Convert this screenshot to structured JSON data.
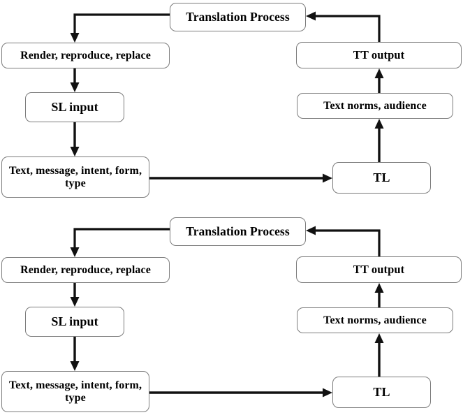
{
  "figure": {
    "type": "flow-diagram",
    "background_color": "#ffffff",
    "box_border_color": "#7c7c7c",
    "arrow_color": "#111111",
    "text_color": "#000000",
    "repeat_count": 2
  },
  "diagram": {
    "nodes": {
      "translation_process": "Translation Process",
      "render_reproduce_replace": "Render, reproduce, replace",
      "sl_input": "SL input",
      "text_message_intent": "Text, message, intent, form, type",
      "tt_output": "TT output",
      "text_norms_audience": "Text norms, audience",
      "tl": "TL"
    },
    "edges": [
      {
        "from": "translation_process",
        "to": "render_reproduce_replace",
        "shape": "elbow-left-down",
        "arrowhead": "down"
      },
      {
        "from": "render_reproduce_replace",
        "to": "sl_input",
        "shape": "straight-vertical",
        "arrowhead": "down"
      },
      {
        "from": "sl_input",
        "to": "text_message_intent",
        "shape": "straight-vertical",
        "arrowhead": "down"
      },
      {
        "from": "text_message_intent",
        "to": "tl",
        "shape": "straight-horizontal",
        "arrowhead": "right"
      },
      {
        "from": "tl",
        "to": "text_norms_audience",
        "shape": "straight-vertical",
        "arrowhead": "up"
      },
      {
        "from": "text_norms_audience",
        "to": "tt_output",
        "shape": "straight-vertical",
        "arrowhead": "up"
      },
      {
        "from": "tt_output",
        "to": "translation_process",
        "shape": "elbow-up-left",
        "arrowhead": "left"
      }
    ]
  }
}
